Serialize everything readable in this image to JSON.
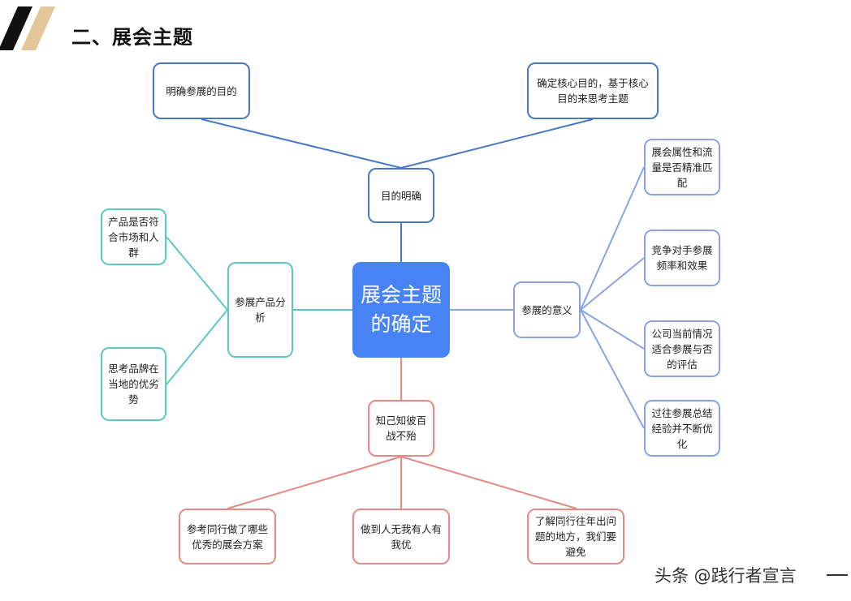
{
  "title": "二、展会主题",
  "center": "展会主题的确定",
  "branches": {
    "goal": {
      "label": "目的明确",
      "color": "#4a78c8",
      "children": [
        "明确参展的目的",
        "确定核心目的，基于核心目的来思考主题"
      ]
    },
    "meaning": {
      "label": "参展的意义",
      "color": "#8aa3e6",
      "children": [
        "展会属性和流量是否精准匹配",
        "竞争对手参展频率和效果",
        "公司当前情况适合参展与否的评估",
        "过往参展总结经验并不断优化"
      ]
    },
    "product": {
      "label": "参展产品分析",
      "color": "#5cc9c0",
      "children": [
        "产品是否符合市场和人群",
        "思考品牌在当地的优劣势"
      ]
    },
    "knowing": {
      "label": "知己知彼百战不殆",
      "color": "#e58a84",
      "children": [
        "参考同行做了哪些优秀的展会方案",
        "做到人无我有人有我优",
        "了解同行往年出问题的地方，我们要避免"
      ]
    }
  },
  "watermark": "头条 @践行者宣言",
  "colors": {
    "center": "#4783f5",
    "deco_dark": "#111111",
    "deco_tan": "#e3c79a"
  }
}
